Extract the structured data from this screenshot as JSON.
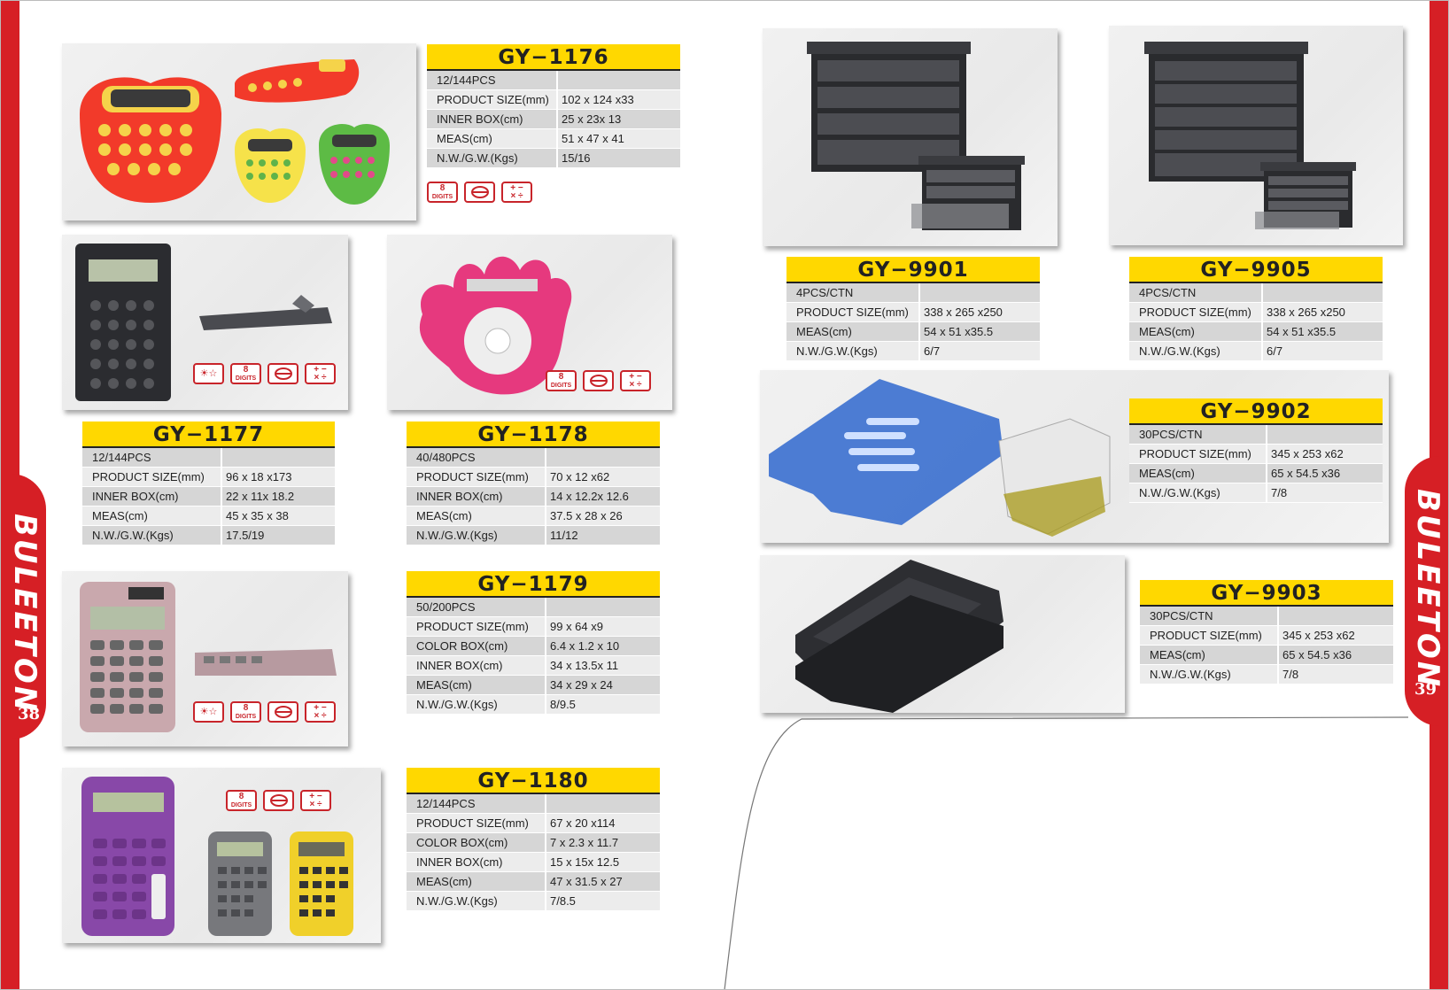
{
  "brand": "BULEETON",
  "pages": {
    "left": "38",
    "right": "39"
  },
  "colors": {
    "band": "#d61f25",
    "model_bar": "#ffd800",
    "icon_red": "#c8242a"
  },
  "icons": {
    "digits_line1": "8",
    "digits_line2": "DIGITS",
    "ops_top": "+ −",
    "ops_bottom": "× ÷",
    "solar": "☀☆"
  },
  "products": [
    {
      "model": "GY−1176",
      "rows": [
        {
          "k": "12/144PCS",
          "v": ""
        },
        {
          "k": "PRODUCT SIZE(mm)",
          "v": "102 x 124 x33"
        },
        {
          "k": "INNER BOX(cm)",
          "v": "25 x 23x 13"
        },
        {
          "k": "MEAS(cm)",
          "v": "51 x 47 x 41"
        },
        {
          "k": "N.W./G.W.(Kgs)",
          "v": "15/16"
        }
      ]
    },
    {
      "model": "GY−1177",
      "rows": [
        {
          "k": "12/144PCS",
          "v": ""
        },
        {
          "k": "PRODUCT SIZE(mm)",
          "v": "96 x 18 x173"
        },
        {
          "k": "INNER BOX(cm)",
          "v": "22 x 11x 18.2"
        },
        {
          "k": "MEAS(cm)",
          "v": "45 x 35 x 38"
        },
        {
          "k": "N.W./G.W.(Kgs)",
          "v": "17.5/19"
        }
      ]
    },
    {
      "model": "GY−1178",
      "rows": [
        {
          "k": "40/480PCS",
          "v": ""
        },
        {
          "k": "PRODUCT SIZE(mm)",
          "v": "70 x 12 x62"
        },
        {
          "k": "INNER BOX(cm)",
          "v": "14 x 12.2x 12.6"
        },
        {
          "k": "MEAS(cm)",
          "v": "37.5 x 28 x 26"
        },
        {
          "k": "N.W./G.W.(Kgs)",
          "v": "11/12"
        }
      ]
    },
    {
      "model": "GY−1179",
      "rows": [
        {
          "k": "50/200PCS",
          "v": ""
        },
        {
          "k": "PRODUCT SIZE(mm)",
          "v": "99 x 64 x9"
        },
        {
          "k": "COLOR BOX(cm)",
          "v": "6.4 x 1.2 x 10"
        },
        {
          "k": "INNER BOX(cm)",
          "v": "34 x 13.5x 11"
        },
        {
          "k": "MEAS(cm)",
          "v": "34 x 29 x 24"
        },
        {
          "k": "N.W./G.W.(Kgs)",
          "v": "8/9.5"
        }
      ]
    },
    {
      "model": "GY−1180",
      "rows": [
        {
          "k": "12/144PCS",
          "v": ""
        },
        {
          "k": "PRODUCT SIZE(mm)",
          "v": "67 x 20 x114"
        },
        {
          "k": "COLOR BOX(cm)",
          "v": "7 x 2.3 x 11.7"
        },
        {
          "k": "INNER BOX(cm)",
          "v": "15 x 15x 12.5"
        },
        {
          "k": "MEAS(cm)",
          "v": "47 x 31.5 x 27"
        },
        {
          "k": "N.W./G.W.(Kgs)",
          "v": "7/8.5"
        }
      ]
    },
    {
      "model": "GY−9901",
      "rows": [
        {
          "k": "4PCS/CTN",
          "v": ""
        },
        {
          "k": "PRODUCT SIZE(mm)",
          "v": "338 x 265 x250"
        },
        {
          "k": "MEAS(cm)",
          "v": "54 x 51 x35.5"
        },
        {
          "k": "N.W./G.W.(Kgs)",
          "v": "6/7"
        }
      ]
    },
    {
      "model": "GY−9905",
      "rows": [
        {
          "k": "4PCS/CTN",
          "v": ""
        },
        {
          "k": "PRODUCT SIZE(mm)",
          "v": "338 x 265 x250"
        },
        {
          "k": "MEAS(cm)",
          "v": "54 x 51 x35.5"
        },
        {
          "k": "N.W./G.W.(Kgs)",
          "v": "6/7"
        }
      ]
    },
    {
      "model": "GY−9902",
      "rows": [
        {
          "k": "30PCS/CTN",
          "v": ""
        },
        {
          "k": "PRODUCT SIZE(mm)",
          "v": "345 x 253 x62"
        },
        {
          "k": "MEAS(cm)",
          "v": "65 x 54.5 x36"
        },
        {
          "k": "N.W./G.W.(Kgs)",
          "v": "7/8"
        }
      ]
    },
    {
      "model": "GY−9903",
      "rows": [
        {
          "k": "30PCS/CTN",
          "v": ""
        },
        {
          "k": "PRODUCT SIZE(mm)",
          "v": "345 x 253 x62"
        },
        {
          "k": "MEAS(cm)",
          "v": "65 x 54.5 x36"
        },
        {
          "k": "N.W./G.W.(Kgs)",
          "v": "7/8"
        }
      ]
    }
  ]
}
